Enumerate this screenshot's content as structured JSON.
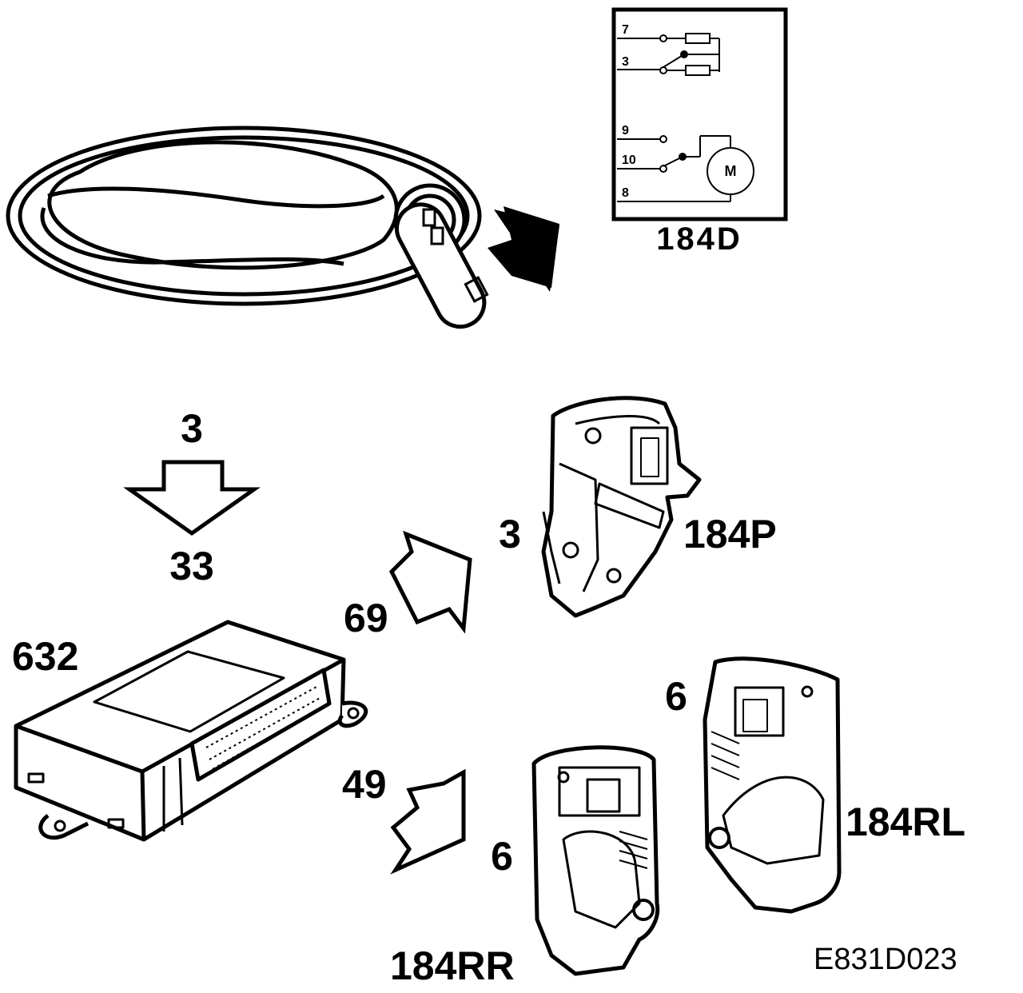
{
  "schematic": {
    "pins": [
      "7",
      "3",
      "9",
      "10",
      "8"
    ],
    "motor_symbol": "M",
    "label": "184D"
  },
  "flow_arrow": {
    "top_number": "3",
    "bottom_number": "33"
  },
  "module": {
    "label": "632"
  },
  "connections": [
    {
      "wire": "69",
      "pin": "3",
      "component": "184P"
    },
    {
      "wire": "49",
      "pin": "6",
      "component": "184RR"
    },
    {
      "pin": "6",
      "component": "184RL"
    }
  ],
  "figure_code": "E831D023",
  "icons": [
    "door-handle-icon",
    "lock-cylinder-icon",
    "black-arrow-icon",
    "hollow-arrow-icon",
    "control-module-icon",
    "lock-actuator-icon"
  ],
  "colors": {
    "ink": "#000000",
    "background": "#ffffff"
  }
}
